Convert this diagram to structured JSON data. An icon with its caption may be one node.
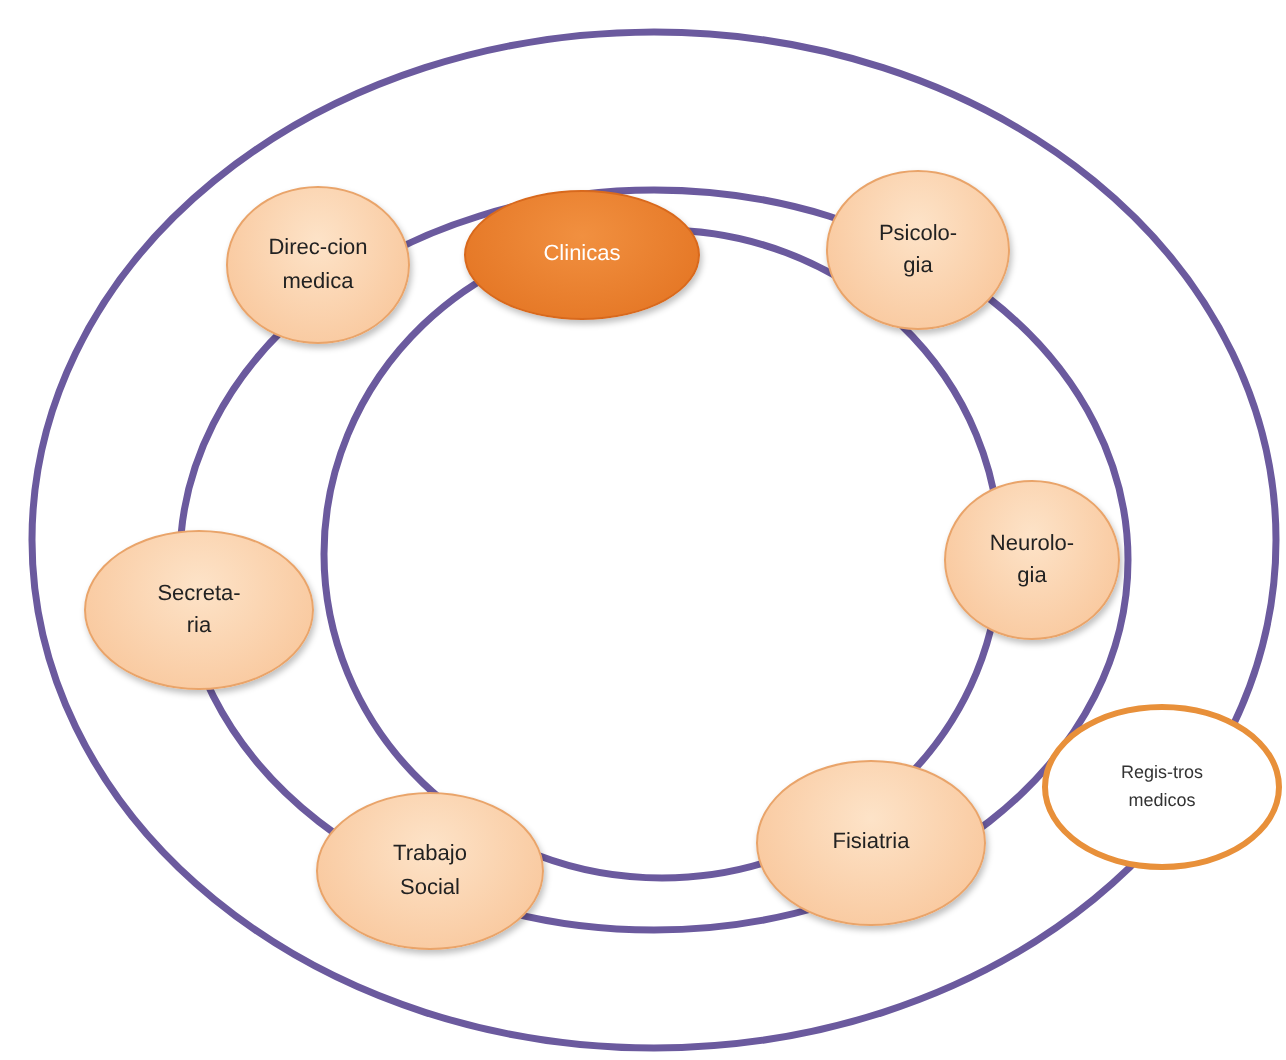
{
  "diagram": {
    "nodes": [
      {
        "text": [
          "Direc-cion medica"
        ]
      },
      {
        "text": [
          "Clinicas"
        ]
      },
      {
        "text": [
          "Psicolo- gia"
        ]
      },
      {
        "text": [
          "Neurolo- gia"
        ]
      },
      {
        "text": [
          "Secreta- ria"
        ]
      },
      {
        "text": [
          "Trabajo Social"
        ]
      },
      {
        "text": [
          "Fisiatria"
        ]
      },
      {
        "text": [
          "Regis-tros medicos"
        ]
      }
    ]
  }
}
